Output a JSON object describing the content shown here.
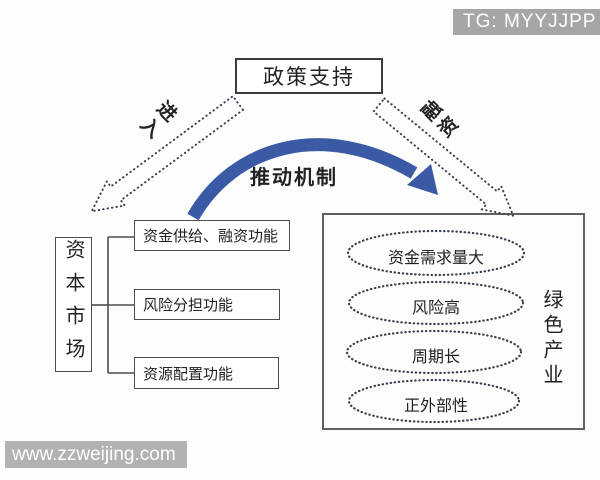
{
  "badge": {
    "text": "TG: MYYJJPP"
  },
  "watermark": {
    "text": "www.zzweijing.com"
  },
  "diagram": {
    "policy_box": "政策支持",
    "entry_label": "进入",
    "financing_label": "融资",
    "mechanism_label": "推动机制",
    "capital_market_label": "资本市场",
    "capital_functions": [
      "资金供给、融资功能",
      "风险分担功能",
      "资源配置功能"
    ],
    "green_industry_label": "绿色产业",
    "industry_traits": [
      "资金需求量大",
      "风险高",
      "周期长",
      "正外部性"
    ],
    "colors": {
      "arrow_blue": "#3a5aa5",
      "badge_bg": "#a6a6a6",
      "watermark_bg": "#b2b2b2",
      "dotted_outline": "#3b4452"
    }
  }
}
